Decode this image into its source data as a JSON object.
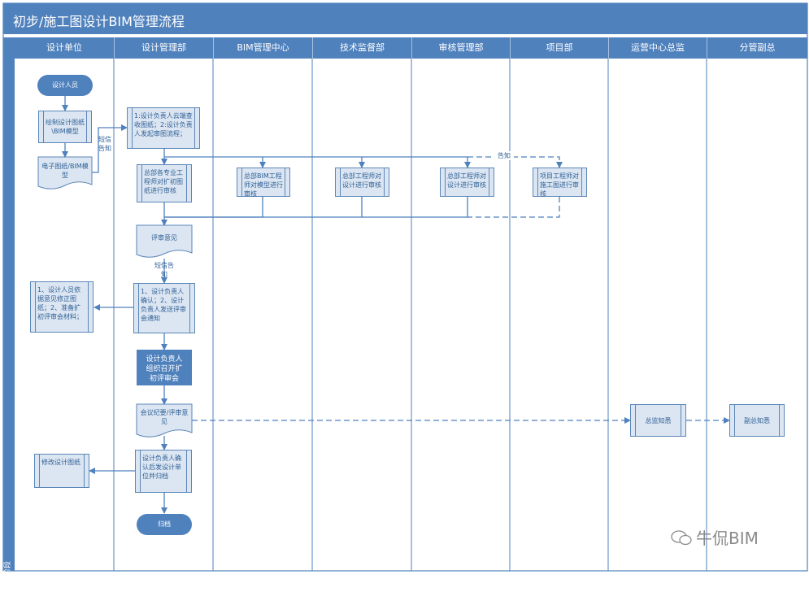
{
  "title": "初步/施工图设计BIM管理流程",
  "phase_label": "扩初设计阶段",
  "lanes": [
    "设计单位",
    "设计管理部",
    "BIM管理中心",
    "技术监督部",
    "审核管理部",
    "项目部",
    "运营中心总监",
    "分管副总"
  ],
  "nodes": {
    "designer": "设计人员",
    "draw": "绘制设计图纸\\BIM模型",
    "edoc": "电子图纸/BIM模型",
    "sms1": "短信告知",
    "receive": "1:设计负责人云端查收图纸；2:设计负责人发起审图流程；",
    "notify_dash": "告知",
    "review_dept": "总部各专业工程师对扩初图纸进行审核",
    "bim_review": "总部BIM工程师对模型进行审核",
    "tech_review": "总部工程师对设计进行审核",
    "audit_review": "总部工程师对设计进行审核",
    "project_review": "项目工程师对施工图进行审核",
    "opinion": "评审意见",
    "sms2": "短信告知",
    "confirm": "1、设计负责人确认；2、设计负责人发送评审会通知",
    "revise_prepare": "1、设计人员依据意见修正图纸；2、准备扩初评审会材料；",
    "meeting": "设计负责人组织召开扩初评审会",
    "minutes": "会议纪要/评审意见",
    "director": "总监知悉",
    "vp": "副总知悉",
    "final_confirm": "设计负责人确认后发设计单位并归档",
    "modify": "修改设计图纸",
    "archive": "归档"
  },
  "watermark": "牛侃BIM"
}
